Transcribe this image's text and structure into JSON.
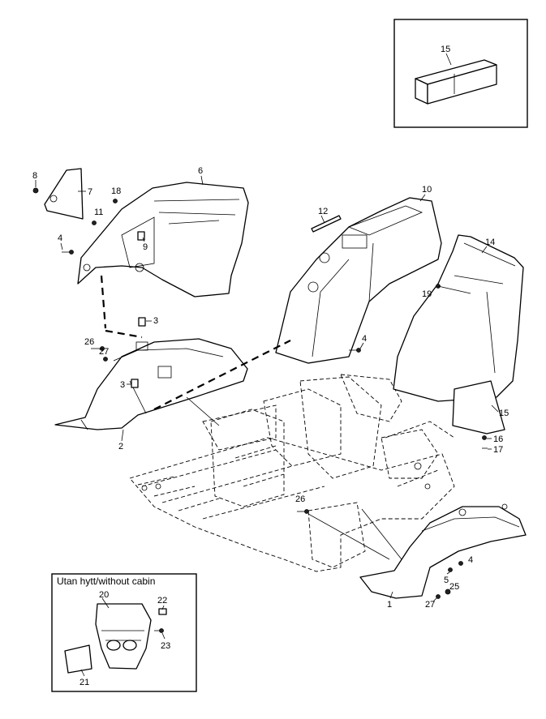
{
  "inset_kit": {
    "callout": "15"
  },
  "inset_cabin": {
    "title": "Utan hytt/without cabin",
    "callouts": [
      "20",
      "22",
      "23",
      "21"
    ]
  },
  "callouts": {
    "c8": "8",
    "c7": "7",
    "c18": "18",
    "c6": "6",
    "c11": "11",
    "c9": "9",
    "c4a": "4",
    "c3a": "3",
    "c26a": "26",
    "c27a": "27",
    "c3b": "3",
    "c2": "2",
    "c12": "12",
    "c10": "10",
    "c4b": "4",
    "c14": "14",
    "c19": "19",
    "c15": "15",
    "c16": "16",
    "c17": "17",
    "c26b": "26",
    "c4c": "4",
    "c5": "5",
    "c25": "25",
    "c27b": "27",
    "c1": "1"
  }
}
